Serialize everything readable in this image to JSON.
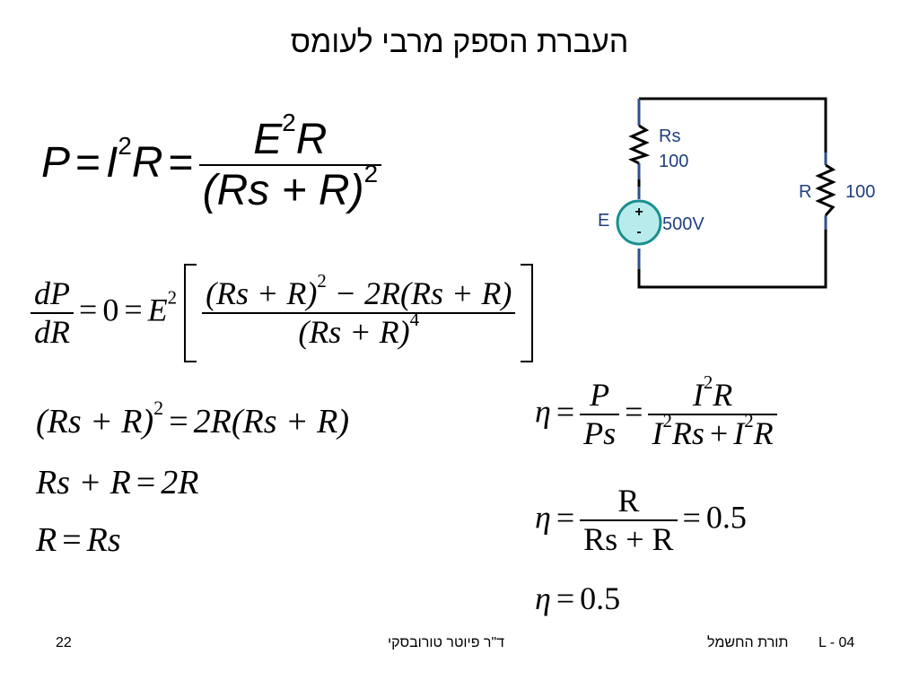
{
  "slide": {
    "title": "העברת הספק מרבי לעומס"
  },
  "equations": {
    "power": {
      "lhs": "P",
      "mid_base": "I",
      "mid_exp": "2",
      "mid_r": "R",
      "num_base": "E",
      "num_exp": "2",
      "num_r": "R",
      "den": "(Rs + R)",
      "den_exp": "2"
    },
    "derivative": {
      "d_num": "dP",
      "d_den": "dR",
      "zero": "0",
      "e": "E",
      "e_exp": "2",
      "inner_num_a": "(Rs + R)",
      "inner_num_a_exp": "2",
      "inner_num_b": "− 2R(Rs + R)",
      "inner_den": "(Rs + R)",
      "inner_den_exp": "4"
    },
    "step1": {
      "lhs": "(Rs + R)",
      "lhs_exp": "2",
      "rhs": "2R(Rs + R)"
    },
    "step2": {
      "lhs": "Rs + R",
      "rhs": "2R"
    },
    "step3": {
      "lhs": "R",
      "rhs": "Rs"
    },
    "eff1": {
      "eta": "η",
      "f1_num": "P",
      "f1_den": "Ps",
      "f2_num_i": "I",
      "f2_num_exp": "2",
      "f2_num_r": "R",
      "f2_den_a": "I",
      "f2_den_a_exp": "2",
      "f2_den_a_r": "Rs",
      "f2_den_b": "I",
      "f2_den_b_exp": "2",
      "f2_den_b_r": "R"
    },
    "eff2": {
      "eta": "η",
      "num": "R",
      "den": "Rs + R",
      "result": "0.5"
    },
    "eff3": {
      "eta": "η",
      "result": "0.5"
    }
  },
  "circuit": {
    "rs_label": "Rs",
    "rs_value": "100",
    "r_label": "R",
    "r_value": "100",
    "source_label": "E",
    "source_value": "500V",
    "plus": "+",
    "minus": "-",
    "wire_color": "#000000",
    "terminal_color": "#2f4f8f",
    "source_color": "#1a8f8f",
    "source_fill": "#b8ecec"
  },
  "footer": {
    "page_number": "22",
    "author": "ד\"ר פיוטר טורובסקי",
    "course": "תורת החשמל",
    "lecture": "L - 04"
  }
}
